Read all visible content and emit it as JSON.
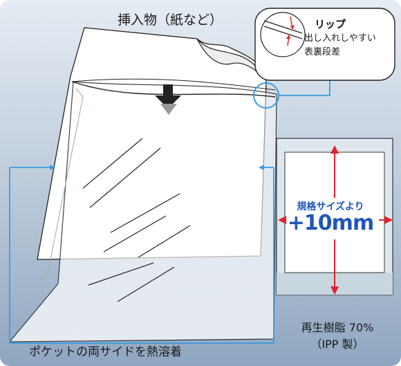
{
  "labels": {
    "insert": "挿入物（紙など）",
    "lip_title": "リップ",
    "lip_line1": "出し入れしやすい",
    "lip_line2": "表裏段差",
    "size_line1": "規格サイズより",
    "size_line2": "+10mm",
    "resin_line1": "再生樹脂 70%",
    "resin_line2": "（IPP 製）",
    "bottom": "ポケットの両サイドを熱溶着"
  },
  "colors": {
    "accent_blue": "#3a9be0",
    "arrow_red": "#e0232b",
    "size_text": "#1f56b8",
    "outline": "#222222"
  }
}
